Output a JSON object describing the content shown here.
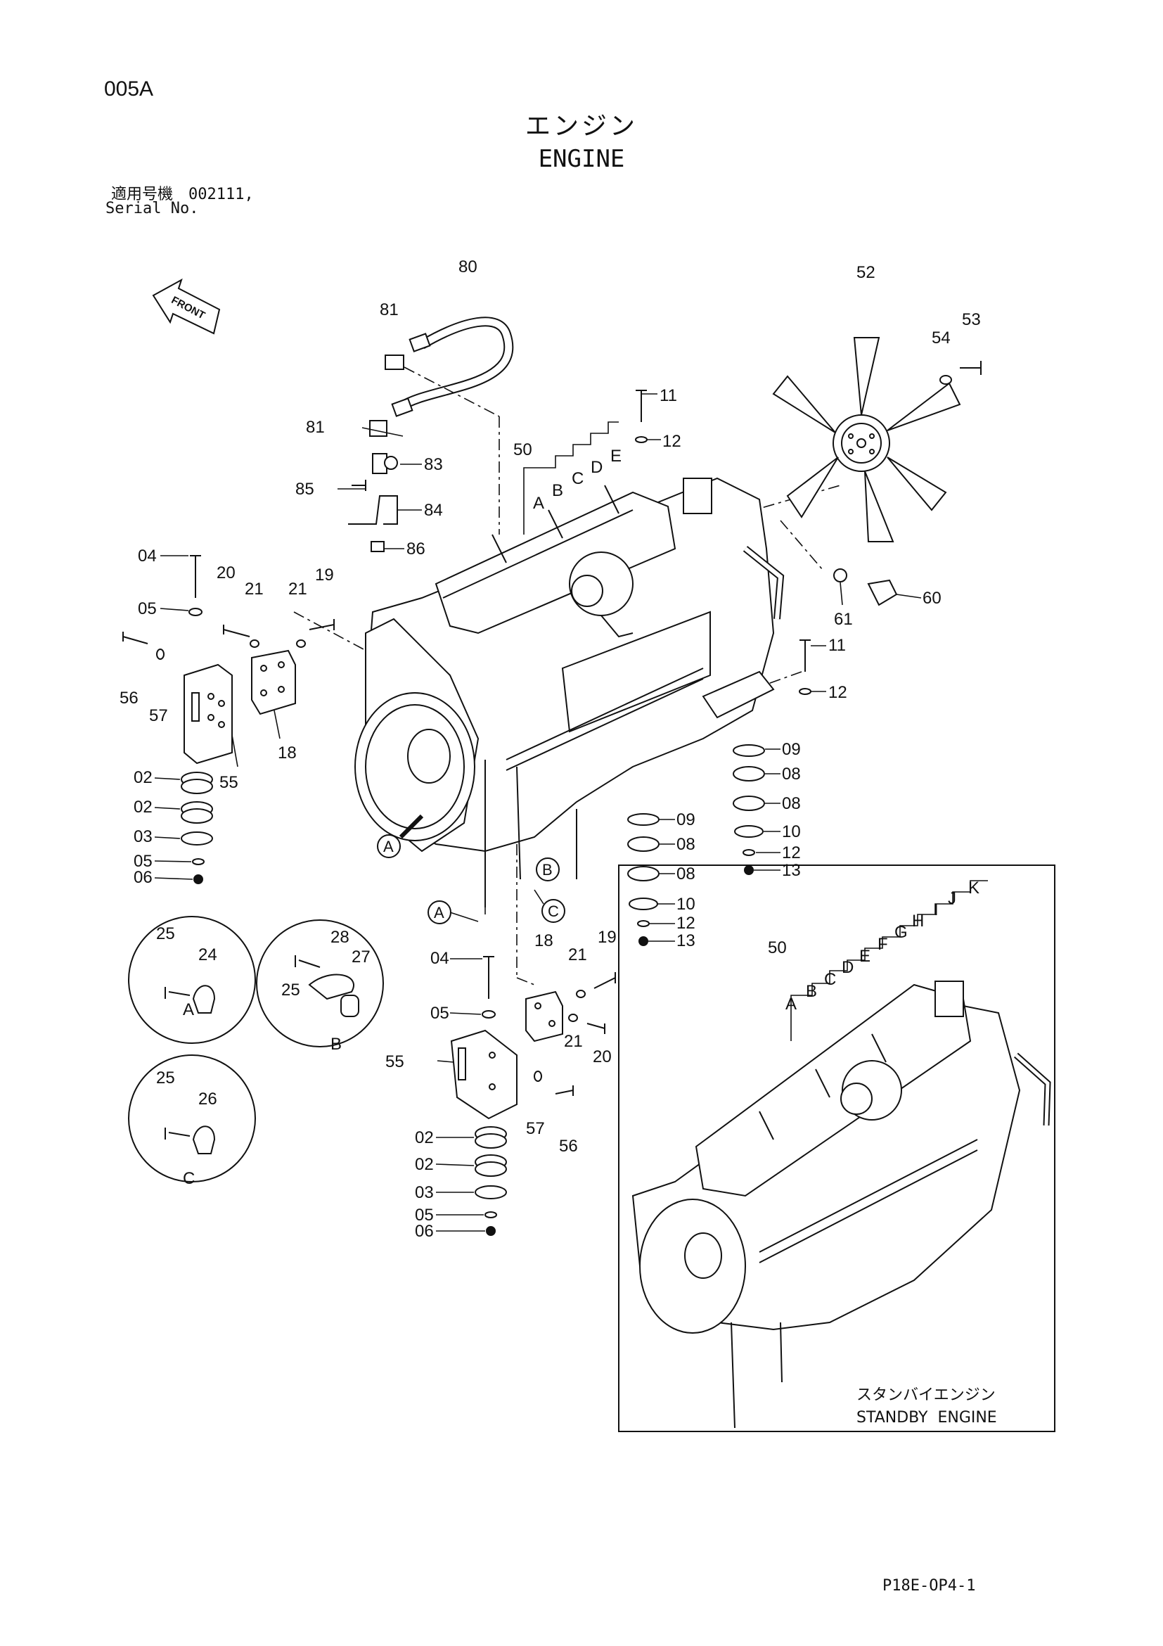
{
  "header": {
    "page_code": "005A",
    "title_jp": "エンジン",
    "title_en": "ENGINE",
    "serial_jp": "適用号機",
    "serial_value": "002111,",
    "serial_en": "Serial No."
  },
  "front_label": "FRONT",
  "letters": {
    "a": "A",
    "b": "B",
    "c": "C",
    "d": "D",
    "e": "E",
    "f": "F",
    "g": "G",
    "h": "H",
    "i": "I",
    "j": "J",
    "k": "K"
  },
  "parts": {
    "p02": "02",
    "p03": "03",
    "p04": "04",
    "p05": "05",
    "p06": "06",
    "p08": "08",
    "p09": "09",
    "p10": "10",
    "p11": "11",
    "p12": "12",
    "p13": "13",
    "p18": "18",
    "p19": "19",
    "p20": "20",
    "p21": "21",
    "p24": "24",
    "p25": "25",
    "p26": "26",
    "p27": "27",
    "p28": "28",
    "p50": "50",
    "p52": "52",
    "p53": "53",
    "p54": "54",
    "p55": "55",
    "p56": "56",
    "p57": "57",
    "p60": "60",
    "p61": "61",
    "p80": "80",
    "p81": "81",
    "p83": "83",
    "p84": "84",
    "p85": "85",
    "p86": "86"
  },
  "standby": {
    "jp": "スタンバイエンジン",
    "en": "STANDBY  ENGINE"
  },
  "footer": "P18E-OP4-1"
}
